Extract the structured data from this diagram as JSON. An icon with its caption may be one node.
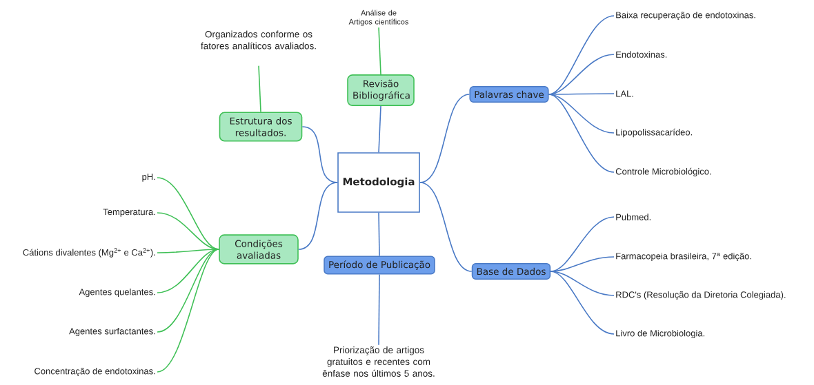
{
  "diagram": {
    "nodes": [
      {
        "text": [
          "Metodologia"
        ]
      },
      {
        "text": [
          "Análise de Artigos científicos"
        ]
      },
      {
        "text": [
          "Revisão Bibliográfica"
        ]
      },
      {
        "text": [
          "Organizados conforme os fatores analíticos avaliados."
        ]
      },
      {
        "text": [
          "Estrutura dos resultados."
        ]
      },
      {
        "text": [
          "Condições avaliadas"
        ]
      },
      {
        "text": [
          "pH."
        ]
      },
      {
        "text": [
          "Temperatura."
        ]
      },
      {
        "text": [
          "Cátions divalentes (Mg$^{2+}$ e Ca$^{2+}$)."
        ]
      },
      {
        "text": [
          "Agentes quelantes."
        ]
      },
      {
        "text": [
          "Agentes surfactantes."
        ]
      },
      {
        "text": [
          "Concentração de endotoxinas."
        ]
      },
      {
        "text": [
          "Período de Publicação"
        ]
      },
      {
        "text": [
          "Priorização de artigos gratuitos e recentes com ênfase nos últimos 5 anos."
        ]
      },
      {
        "text": [
          "Palavras chave"
        ]
      },
      {
        "text": [
          "Baixa recuperação de endotoxinas."
        ]
      },
      {
        "text": [
          "Endotoxinas."
        ]
      },
      {
        "text": [
          "LAL."
        ]
      },
      {
        "text": [
          "Lipopolissacarídeo."
        ]
      },
      {
        "text": [
          "Controle Microbiológico."
        ]
      },
      {
        "text": [
          "Base de Dados"
        ]
      },
      {
        "text": [
          "Pubmed."
        ]
      },
      {
        "text": [
          "Farmacopeia brasileira, 7$^{a}$ edição."
        ]
      },
      {
        "text": [
          "RDC's (Resolução da Diretoria Colegiada)."
        ]
      },
      {
        "text": [
          "Livro de Microbiologia."
        ]
      }
    ],
    "edges": [
      {
        "from": 0,
        "to": 2,
        "arrow": "none"
      },
      {
        "from": 2,
        "to": 1,
        "arrow": "none",
        "color": "#40c057"
      },
      {
        "from": 0,
        "to": 4,
        "arrow": "none"
      },
      {
        "from": 4,
        "to": 3,
        "arrow": "none",
        "color": "#40c057"
      },
      {
        "from": 0,
        "to": 5,
        "arrow": "none"
      },
      {
        "from": 5,
        "to": 6,
        "arrow": "none",
        "color": "#40c057"
      },
      {
        "from": 5,
        "to": 7,
        "arrow": "none",
        "color": "#40c057"
      },
      {
        "from": 5,
        "to": 8,
        "arrow": "none",
        "color": "#40c057"
      },
      {
        "from": 5,
        "to": 9,
        "arrow": "none",
        "color": "#40c057"
      },
      {
        "from": 5,
        "to": 10,
        "arrow": "none",
        "color": "#40c057"
      },
      {
        "from": 5,
        "to": 11,
        "arrow": "none",
        "color": "#40c057"
      },
      {
        "from": 0,
        "to": 12,
        "arrow": "none"
      },
      {
        "from": 12,
        "to": 13,
        "arrow": "none"
      },
      {
        "from": 0,
        "to": 14,
        "arrow": "none"
      },
      {
        "from": 14,
        "to": 15,
        "arrow": "none"
      },
      {
        "from": 14,
        "to": 16,
        "arrow": "none"
      },
      {
        "from": 14,
        "to": 17,
        "arrow": "none"
      },
      {
        "from": 14,
        "to": 18,
        "arrow": "none"
      },
      {
        "from": 14,
        "to": 19,
        "arrow": "none"
      },
      {
        "from": 0,
        "to": 20,
        "arrow": "none"
      },
      {
        "from": 20,
        "to": 21,
        "arrow": "none"
      },
      {
        "from": 20,
        "to": 22,
        "arrow": "none"
      },
      {
        "from": 20,
        "to": 23,
        "arrow": "none"
      },
      {
        "from": 20,
        "to": 24,
        "arrow": "none"
      }
    ]
  }
}
